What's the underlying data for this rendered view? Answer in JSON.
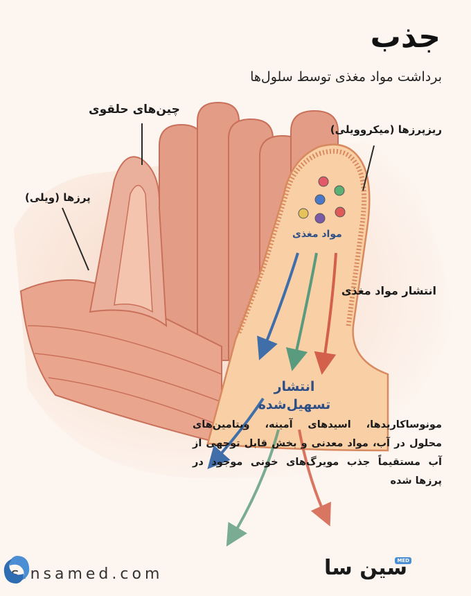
{
  "title": "جذب",
  "subtitle": "برداشت مواد مغذی توسط سلول‌ها",
  "labels": {
    "circular_folds": "چین‌های حلقوی",
    "villi": "پرزها (ویلی)",
    "microvilli": "ریزپرزها (میکروویلی)",
    "nutrients": "مواد مغذی",
    "nutrient_diffusion": "انتشار مواد مغذی",
    "facilitated_diffusion": "انتشار تسهیل‌شده"
  },
  "description": "مونوساکاریدها، اسیدهای آمینه، ویتامین‌های محلول در آب، مواد معدنی و بخش قابل توجهی از آب مستقیماً جذب مویرگ‌های خونی موجود در پرزها شده",
  "footer": {
    "website": "sinsamed.com",
    "brand": "سین سا",
    "brand_badge": "MED"
  },
  "colors": {
    "tissue": "#e8a48c",
    "tissue_dark": "#c9705a",
    "villus_body": "#f9cfa6",
    "arrow_blue": "#3f6ea8",
    "arrow_green": "#5a9a7e",
    "arrow_red": "#d2604a",
    "accent_text": "#2d4f86"
  },
  "nutrient_dot_colors": [
    "#e25a6a",
    "#5cb074",
    "#e7c25a",
    "#4a78c8",
    "#7a5aa8",
    "#e05a5a"
  ]
}
